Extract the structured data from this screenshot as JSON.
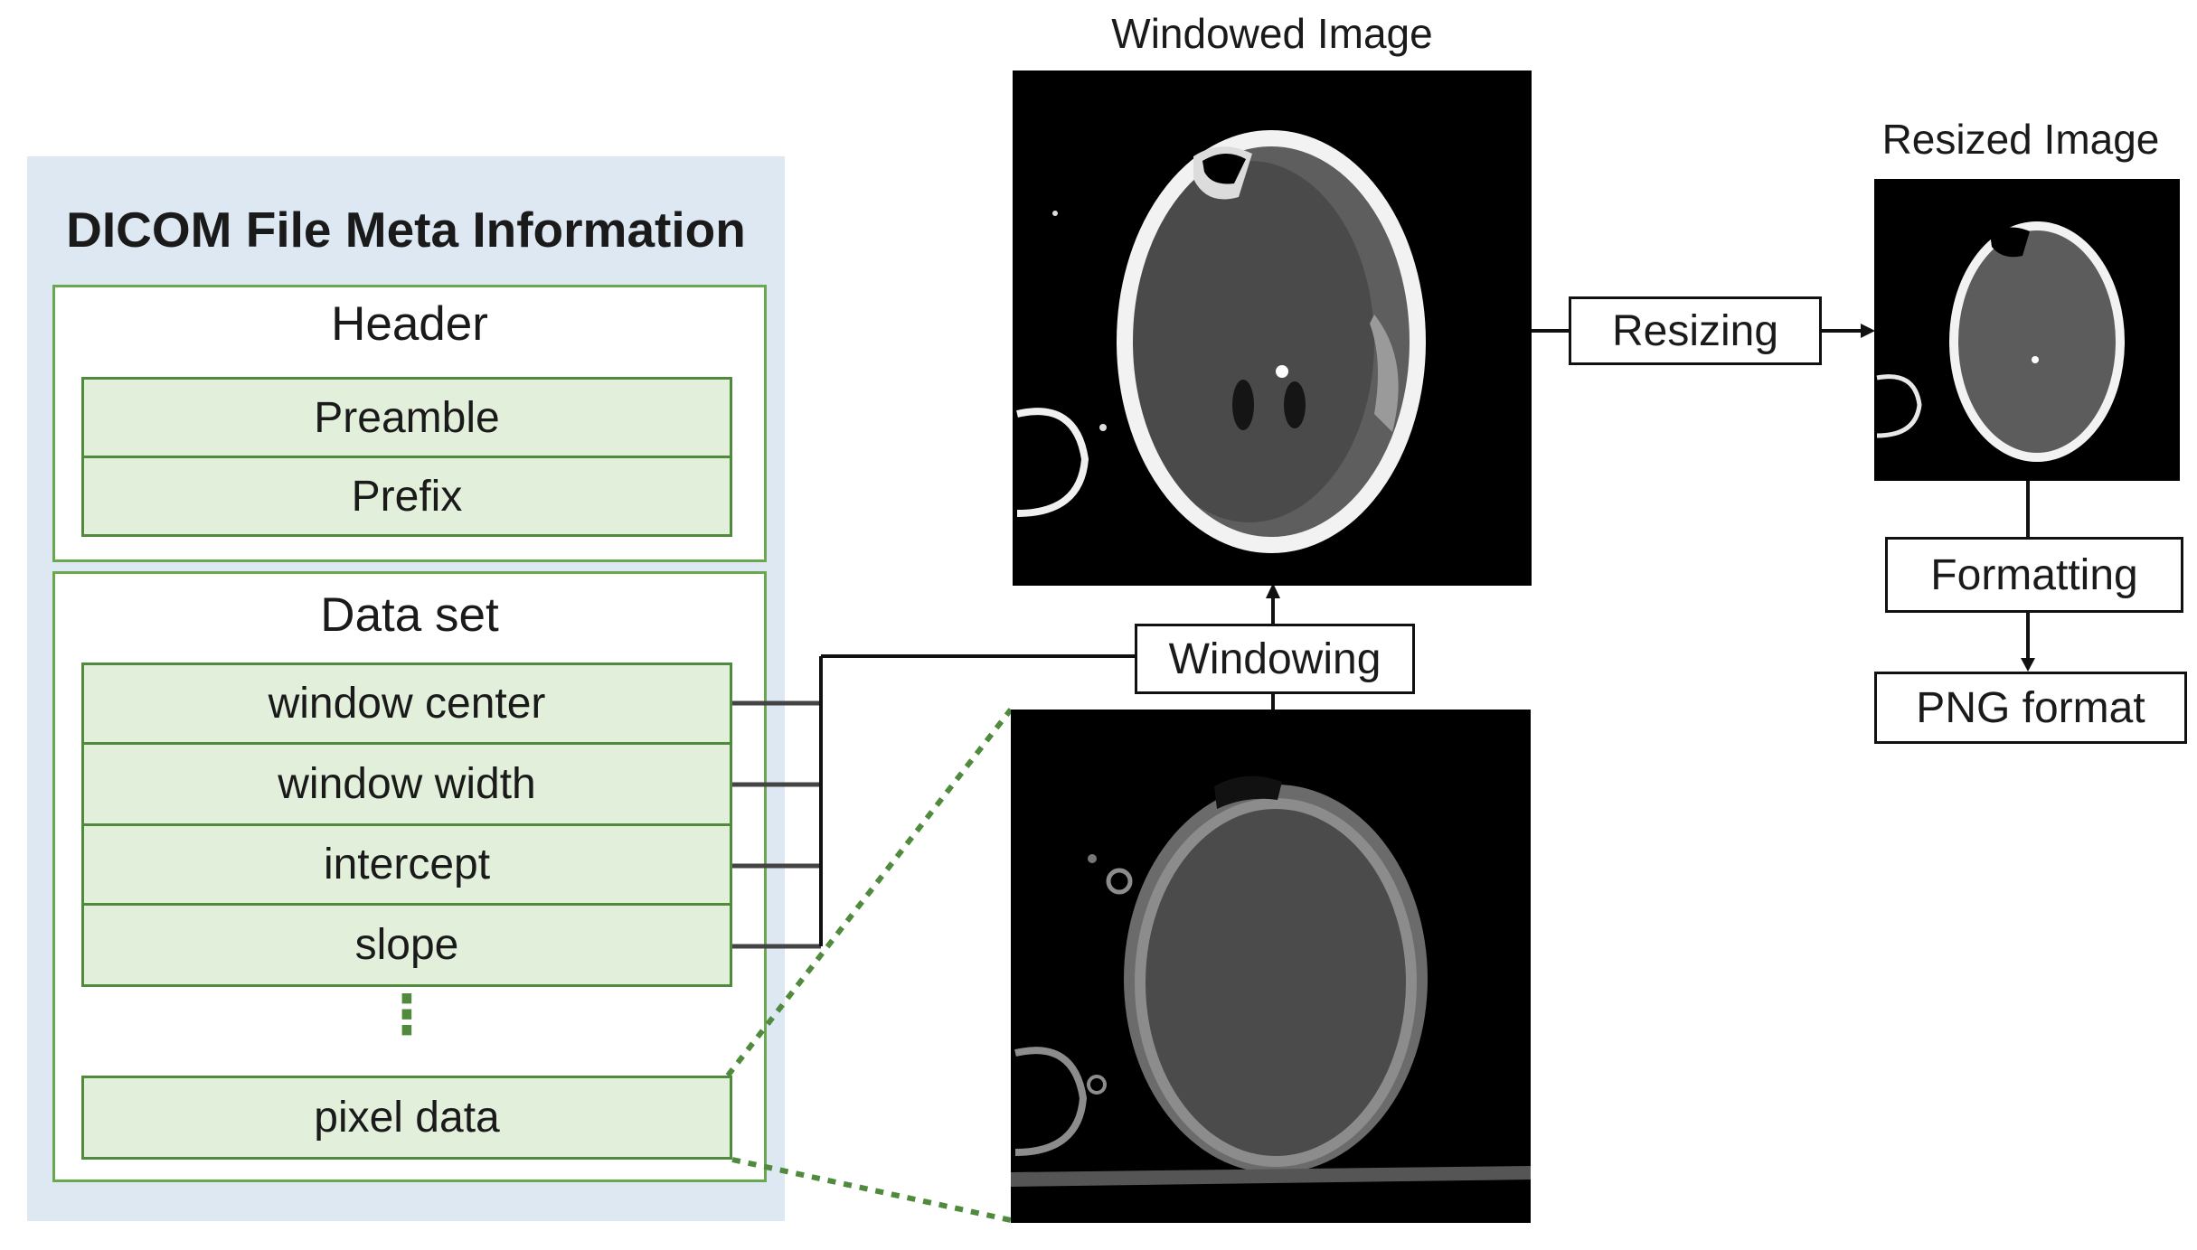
{
  "panel": {
    "title": "DICOM File Meta Information",
    "header": {
      "title": "Header",
      "fields": [
        "Preamble",
        "Prefix"
      ]
    },
    "dataset": {
      "title": "Data set",
      "fields": [
        "window center",
        "window width",
        "intercept",
        "slope"
      ],
      "ellipsis": "⋮",
      "pixel_field": "pixel data"
    }
  },
  "steps": {
    "windowing": "Windowing",
    "resizing": "Resizing",
    "formatting": "Formatting",
    "output": "PNG format"
  },
  "images": {
    "windowed_title": "Windowed Image",
    "resized_title": "Resized Image"
  },
  "colors": {
    "panel_bg": "#dde8f3",
    "group_border": "#6aa84f",
    "field_fill": "#e2efda",
    "dotted_line": "#4f8a3d"
  }
}
